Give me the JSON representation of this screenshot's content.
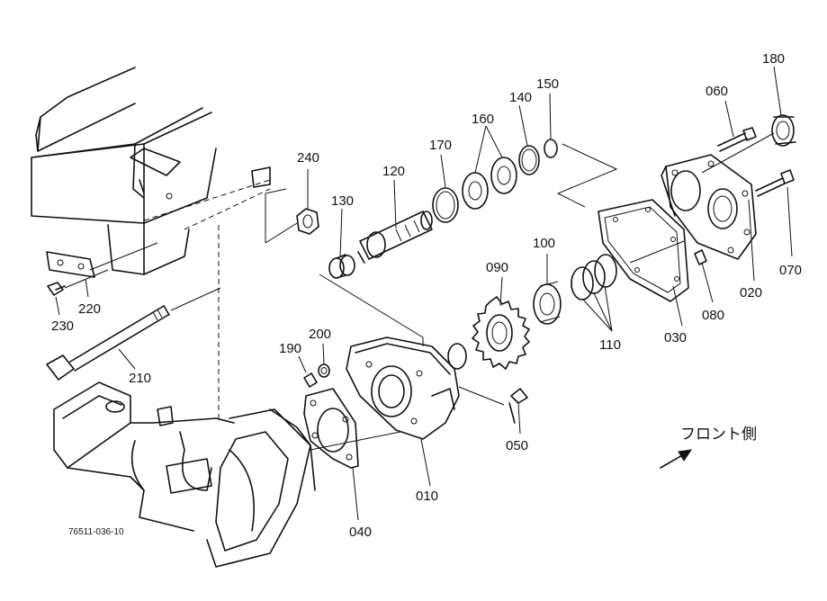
{
  "diagram": {
    "drawing_number": "76511-036-10",
    "direction_label": "フロント側",
    "parts": [
      {
        "id": "p010",
        "number": "010"
      },
      {
        "id": "p020",
        "number": "020"
      },
      {
        "id": "p030",
        "number": "030"
      },
      {
        "id": "p040",
        "number": "040"
      },
      {
        "id": "p050",
        "number": "050"
      },
      {
        "id": "p060",
        "number": "060"
      },
      {
        "id": "p070",
        "number": "070"
      },
      {
        "id": "p080",
        "number": "080"
      },
      {
        "id": "p090",
        "number": "090"
      },
      {
        "id": "p100",
        "number": "100"
      },
      {
        "id": "p110",
        "number": "110"
      },
      {
        "id": "p120",
        "number": "120"
      },
      {
        "id": "p130",
        "number": "130"
      },
      {
        "id": "p140",
        "number": "140"
      },
      {
        "id": "p150",
        "number": "150"
      },
      {
        "id": "p160",
        "number": "160"
      },
      {
        "id": "p170",
        "number": "170"
      },
      {
        "id": "p180",
        "number": "180"
      },
      {
        "id": "p190",
        "number": "190"
      },
      {
        "id": "p200",
        "number": "200"
      },
      {
        "id": "p210",
        "number": "210"
      },
      {
        "id": "p220",
        "number": "220"
      },
      {
        "id": "p230",
        "number": "230"
      },
      {
        "id": "p240",
        "number": "240"
      }
    ]
  }
}
